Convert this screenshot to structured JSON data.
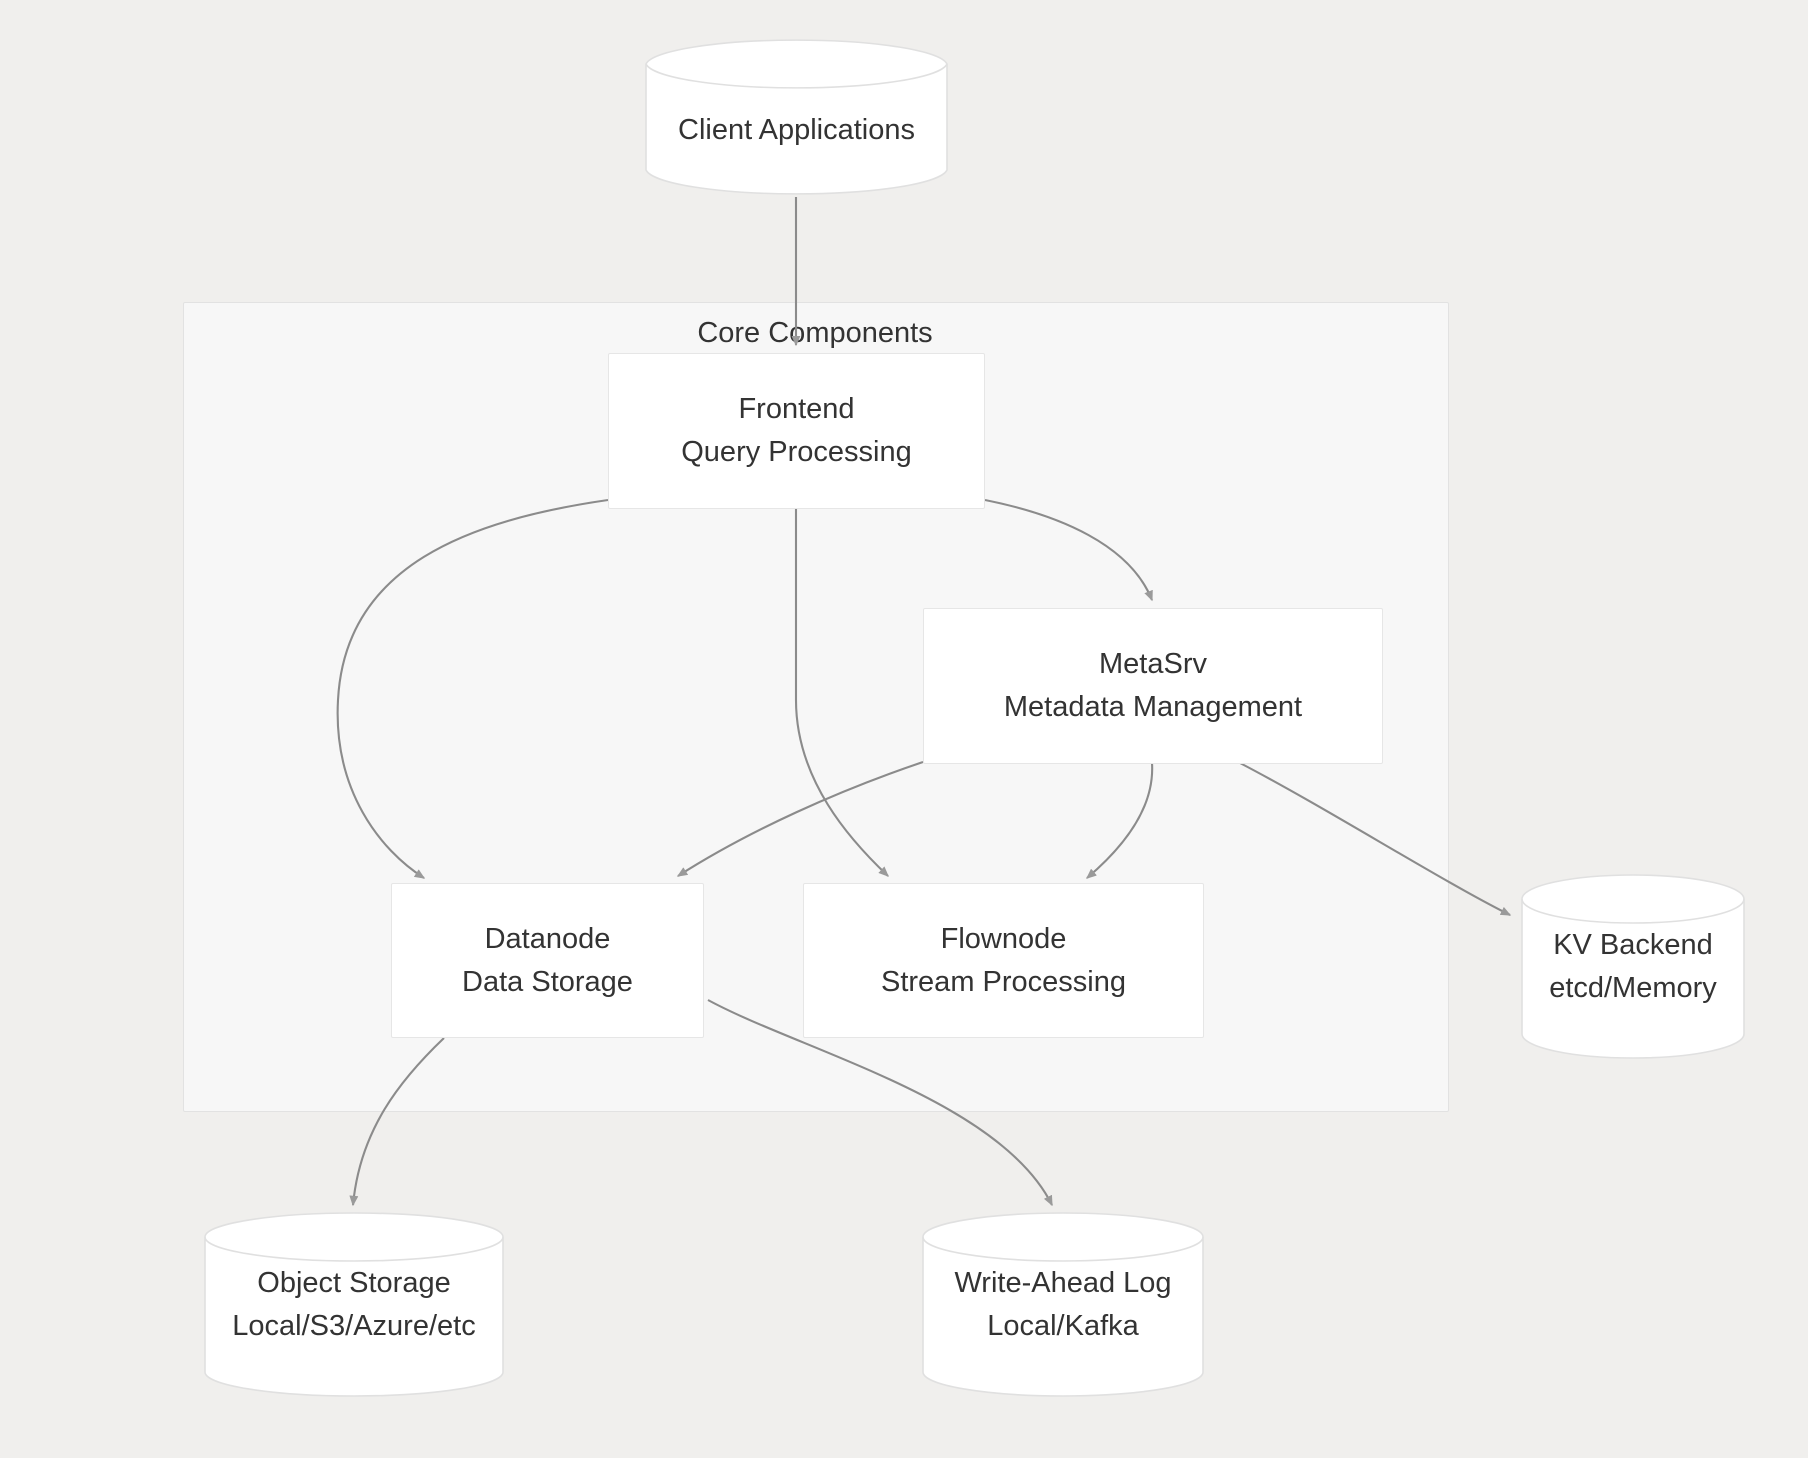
{
  "diagram": {
    "type": "architecture-flowchart",
    "background_color": "#f0efed",
    "node_fill": "#ffffff",
    "node_stroke": "#e6e6e6",
    "subgraph_fill": "#f7f7f7",
    "subgraph_stroke": "#e2e2e2",
    "edge_color": "#888888",
    "text_color": "#333333",
    "subgraph": {
      "title": "Core Components"
    },
    "nodes": {
      "client": {
        "shape": "cylinder",
        "label": "Client Applications",
        "sublabel": ""
      },
      "frontend": {
        "shape": "rect",
        "label": "Frontend",
        "sublabel": "Query Processing"
      },
      "metasrv": {
        "shape": "rect",
        "label": "MetaSrv",
        "sublabel": "Metadata Management"
      },
      "datanode": {
        "shape": "rect",
        "label": "Datanode",
        "sublabel": "Data Storage"
      },
      "flownode": {
        "shape": "rect",
        "label": "Flownode",
        "sublabel": "Stream Processing"
      },
      "kv": {
        "shape": "cylinder",
        "label": "KV Backend",
        "sublabel": "etcd/Memory"
      },
      "object_storage": {
        "shape": "cylinder",
        "label": "Object Storage",
        "sublabel": "Local/S3/Azure/etc"
      },
      "wal": {
        "shape": "cylinder",
        "label": "Write-Ahead Log",
        "sublabel": "Local/Kafka"
      }
    },
    "edges": [
      {
        "from": "client",
        "to": "frontend"
      },
      {
        "from": "frontend",
        "to": "datanode"
      },
      {
        "from": "frontend",
        "to": "flownode"
      },
      {
        "from": "frontend",
        "to": "metasrv"
      },
      {
        "from": "metasrv",
        "to": "datanode"
      },
      {
        "from": "metasrv",
        "to": "flownode"
      },
      {
        "from": "metasrv",
        "to": "kv"
      },
      {
        "from": "datanode",
        "to": "object_storage"
      },
      {
        "from": "datanode",
        "to": "wal"
      }
    ]
  }
}
